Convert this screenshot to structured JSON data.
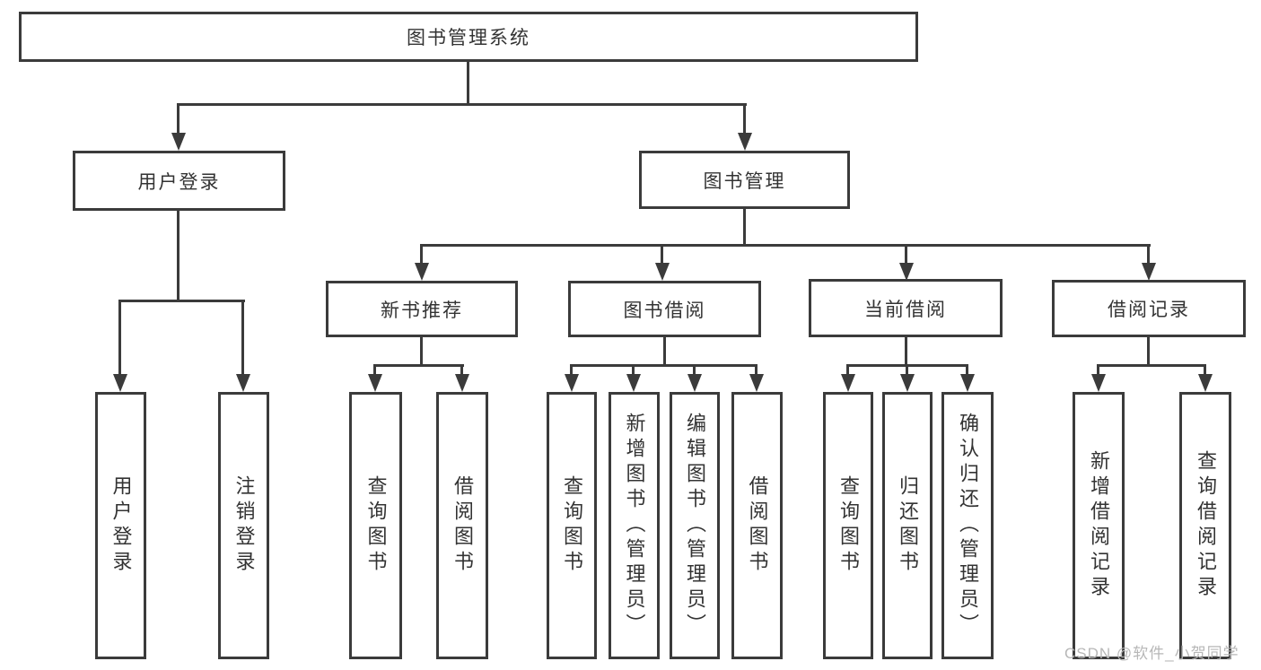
{
  "diagram_type": "hierarchy-tree",
  "tree": {
    "label": "图书管理系统",
    "children": [
      {
        "label": "用户登录",
        "children": [
          {
            "label": "用户登录"
          },
          {
            "label": "注销登录"
          }
        ]
      },
      {
        "label": "图书管理",
        "children": [
          {
            "label": "新书推荐",
            "children": [
              {
                "label": "查询图书"
              },
              {
                "label": "借阅图书"
              }
            ]
          },
          {
            "label": "图书借阅",
            "children": [
              {
                "label": "查询图书"
              },
              {
                "label": "新增图书（管理员）"
              },
              {
                "label": "编辑图书（管理员）"
              },
              {
                "label": "借阅图书"
              }
            ]
          },
          {
            "label": "当前借阅",
            "children": [
              {
                "label": "查询图书"
              },
              {
                "label": "归还图书"
              },
              {
                "label": "确认归还（管理员）"
              }
            ]
          },
          {
            "label": "借阅记录",
            "children": [
              {
                "label": "新增借阅记录"
              },
              {
                "label": "查询借阅记录"
              }
            ]
          }
        ]
      }
    ]
  },
  "watermark": {
    "text": "CSDN @软件_小贺同学"
  },
  "colors": {
    "line": "#3b3b3b",
    "text": "#333333",
    "watermark": "#b7b7b7",
    "background": "#ffffff"
  }
}
